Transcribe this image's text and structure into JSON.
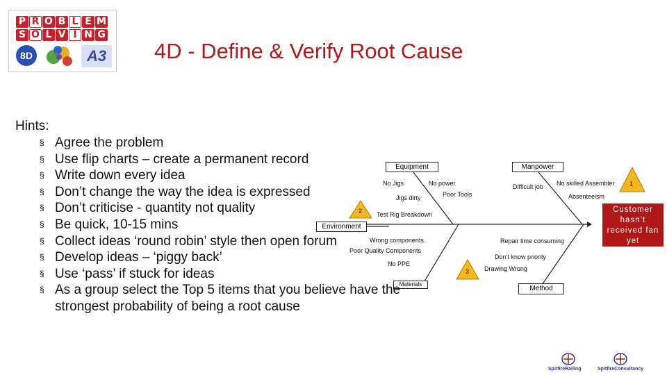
{
  "logo": {
    "row1": [
      "P",
      "R",
      "O",
      "B",
      "L",
      "E",
      "M"
    ],
    "row2": [
      "S",
      "O",
      "L",
      "V",
      "I",
      "N",
      "G"
    ],
    "badge_8d": "8D",
    "badge_a3": "A3"
  },
  "title": "4D - Define & Verify Root Cause",
  "hints": {
    "label": "Hints:",
    "bullet_glyph": "§",
    "items": [
      "Agree the problem",
      "Use flip charts – create a permanent record",
      "Write down every idea",
      "Don’t change the way the idea is expressed",
      "Don’t criticise - quantity not quality",
      "Be quick, 10-15 mins",
      "Collect ideas ‘round robin’ style then open forum",
      "Develop ideas – ‘piggy back’",
      "Use ‘pass’ if stuck for ideas",
      "As a group select the Top 5 items that you believe have the strongest probability of being a root cause"
    ]
  },
  "fishbone": {
    "categories": {
      "equipment": "Equipment",
      "manpower": "Manpower",
      "environment": "Environment",
      "materials": "Materials",
      "method": "Method"
    },
    "causes": {
      "no_jigs": "No Jigs",
      "no_power": "No power",
      "jigs_dirty": "Jigs dirty",
      "poor_tools": "Poor Tools",
      "test_rig_breakdown": "Test Rig Breakdown",
      "difficult_job": "Difficult job",
      "no_skilled_assembler": "No skilled Assembler",
      "absenteeism": "Absenteeism",
      "wrong_components": "Wrong components",
      "poor_quality_components": "Poor Quality Components",
      "no_ppe": "No PPE",
      "repair_time_consuming": "Repair time consuming",
      "dont_know_priority": "Don’t know priority",
      "drawing_wrong": "Drawing Wrong"
    },
    "markers": [
      "1",
      "2",
      "3"
    ],
    "effect": "Customer hasn’t received fan yet"
  },
  "footer": {
    "brand1": "SpitfireRailing",
    "brand2": "SpitfireConsultancy"
  },
  "colors": {
    "title": "#b01818",
    "effect_box": "#b01818",
    "marker": "#f3b81b"
  }
}
